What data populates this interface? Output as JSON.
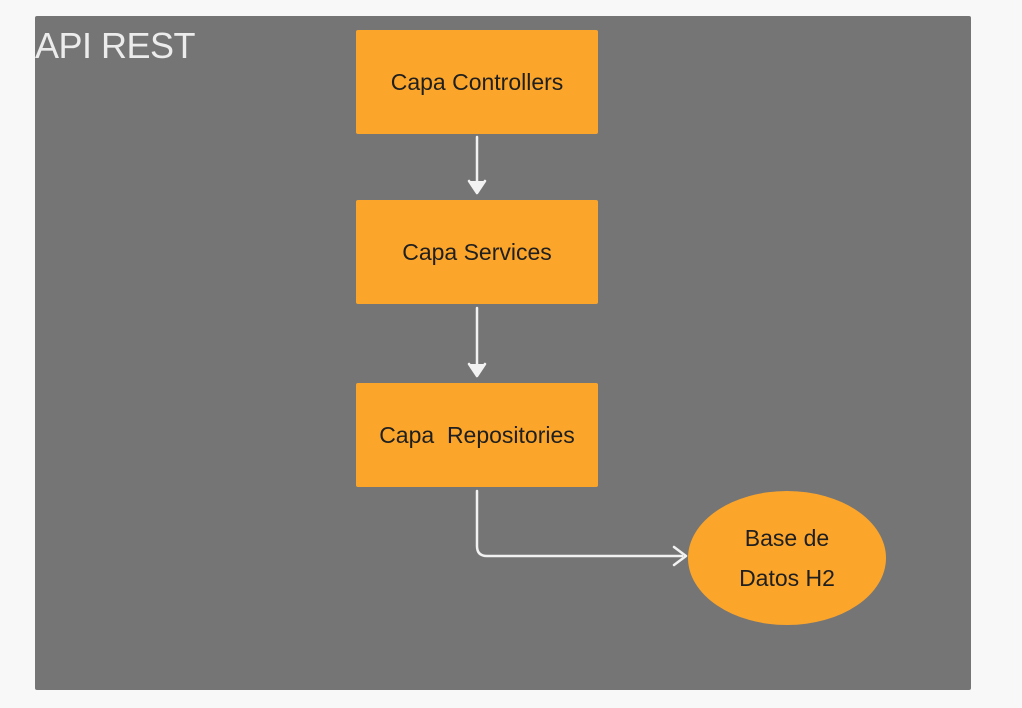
{
  "container": {
    "title": "API REST"
  },
  "nodes": {
    "controllers": "Capa Controllers",
    "services": "Capa Services",
    "repositories": "Capa  Repositories",
    "database": {
      "line1": "Base de",
      "line2": "Datos H2"
    }
  },
  "colors": {
    "page_background": "#f8f8f8",
    "container_fill": "#757575",
    "node_fill": "#fba52b",
    "node_text": "#1f1f1f",
    "title_text": "#ececec",
    "arrow": "#f2f2f2"
  }
}
